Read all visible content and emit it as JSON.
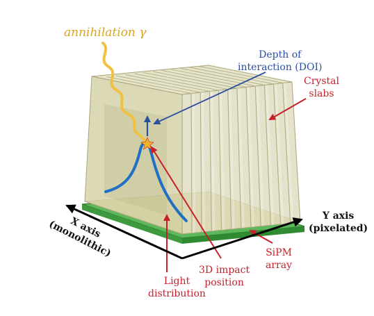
{
  "labels": {
    "gamma": "annihilation γ",
    "doi_line1": "Depth of",
    "doi_line2": "interaction (DOI)",
    "crystal_line1": "Crystal",
    "crystal_line2": "slabs",
    "y_axis_line1": "Y axis",
    "y_axis_line2": "(pixelated)",
    "x_axis_line1": "X axis",
    "x_axis_line2": "(monolithic)",
    "sipm_line1": "SiPM",
    "sipm_line2": "array",
    "impact_line1": "3D impact",
    "impact_line2": "position",
    "light_line1": "Light",
    "light_line2": "distribution"
  },
  "colors": {
    "gamma": "#e8b830",
    "doi": "#2a4fa0",
    "annotation": "#c8202a",
    "light_curve": "#1f6fc4",
    "sipm": "#3aa040",
    "crystal": "#c9c79a",
    "axis": "#000000"
  },
  "crystal_slab_count": 12
}
